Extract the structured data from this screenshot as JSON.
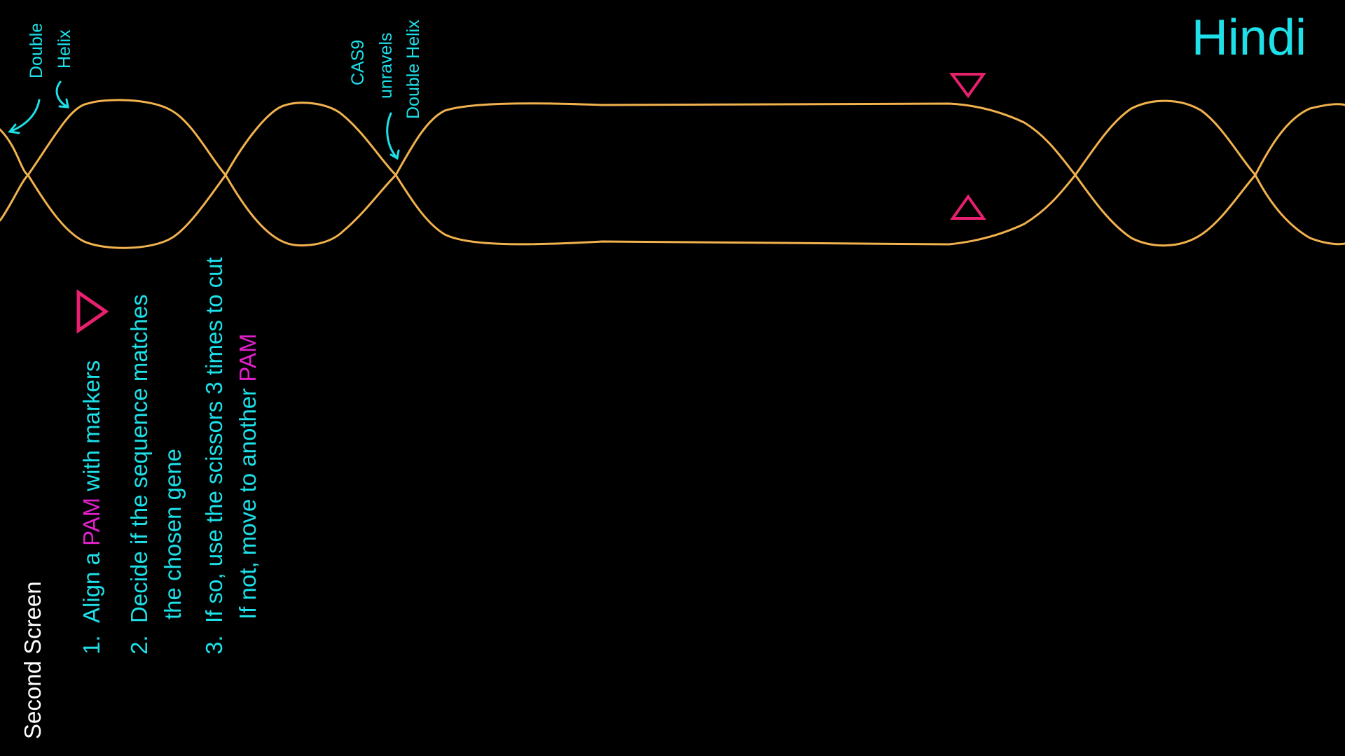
{
  "header": {
    "title": "Hindi"
  },
  "annotations": {
    "double_helix": [
      "Double",
      "Helix"
    ],
    "cas9": [
      "CAS9",
      "unravels",
      "Double Helix"
    ]
  },
  "instructions": {
    "steps": [
      {
        "number": "1.",
        "lines": [
          [
            {
              "t": "Align a ",
              "hl": false
            },
            {
              "t": "PAM",
              "hl": true
            },
            {
              "t": " with markers",
              "hl": false
            }
          ]
        ]
      },
      {
        "number": "2.",
        "lines": [
          [
            {
              "t": "Decide if the sequence matches",
              "hl": false
            }
          ],
          [
            {
              "t": "the chosen gene",
              "hl": false
            }
          ]
        ]
      },
      {
        "number": "3.",
        "lines": [
          [
            {
              "t": "If so, use the scissors 3 times to cut",
              "hl": false
            }
          ],
          [
            {
              "t": "If not, move to another ",
              "hl": false
            },
            {
              "t": "PAM",
              "hl": true
            }
          ]
        ]
      }
    ]
  },
  "footer": {
    "screen_label": "Second Screen"
  },
  "colors": {
    "background": "#000000",
    "strand": "#F2B24E",
    "accent_cyan": "#1DE0E8",
    "pam_magenta": "#E020C8",
    "marker_pink": "#E8206E",
    "footer_text": "#FFFFFF"
  },
  "icons": {
    "top_marker": "down-triangle-outline",
    "bottom_marker": "up-triangle-outline",
    "pam_marker": "right-triangle-outline",
    "arrows": "curved-arrow"
  }
}
